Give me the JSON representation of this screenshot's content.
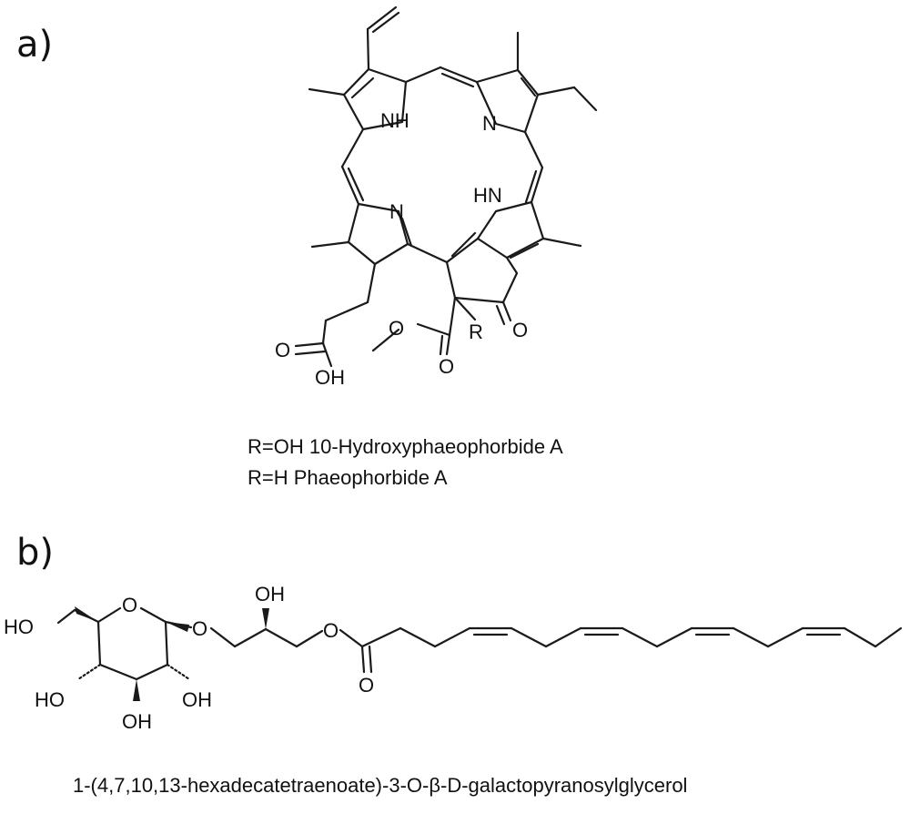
{
  "panel_a": {
    "label": "a)",
    "atoms": {
      "nh_top": "NH",
      "n_top": "N",
      "n_left": "N",
      "hn_right": "HN",
      "ketone_o": "O",
      "ester_r": "R",
      "ester_o1": "O",
      "ester_o2": "O",
      "acid_o": "O",
      "acid_oh": "OH"
    },
    "caption_line1": "R=OH 10-Hydroxyphaeophorbide A",
    "caption_line2": "R=H Phaeophorbide A"
  },
  "panel_b": {
    "label": "b)",
    "atoms": {
      "ho_ch2": "HO",
      "ring_o": "O",
      "glyc_o": "O",
      "oh_top": "OH",
      "ester_o": "O",
      "carbonyl_o": "O",
      "ho_left": "HO",
      "oh_right": "OH",
      "oh_bottom": "OH"
    },
    "caption": "1-(4,7,10,13-hexadecatetraenoate)-3-O-β-D-galactopyranosylglycerol"
  }
}
